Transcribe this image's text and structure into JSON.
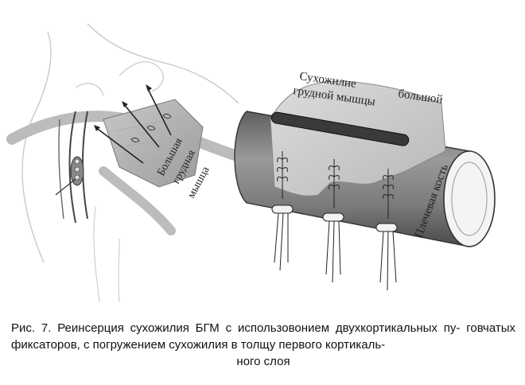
{
  "figure": {
    "labels": {
      "tendon_line1": "Сухожилие",
      "tendon_line2": "грудной мышцы",
      "tendon_bolshoy": "большой",
      "muscle_line1": "Большая",
      "muscle_line2": "грудная",
      "muscle_line3": "мышца",
      "bone": "Плечевая кость"
    }
  },
  "caption": {
    "line1": "Рис. 7. Реинсерция сухожилия БГМ с использовонием двухкортикальных пу-",
    "line2": "говчатых фиксаторов, с погружением сухожилия в толщу первого кортикаль-",
    "line3": "ного слоя"
  }
}
